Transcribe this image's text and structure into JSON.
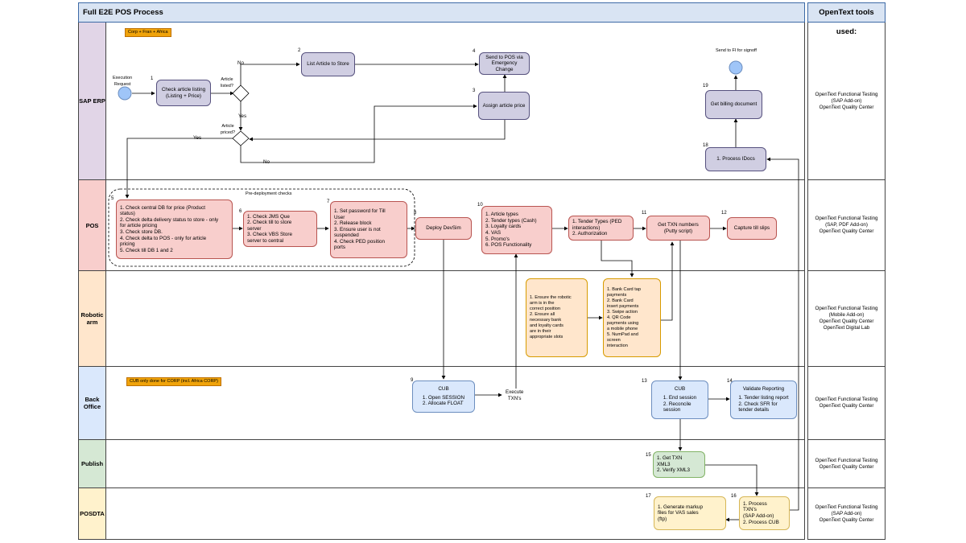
{
  "header": {
    "title": "Full E2E POS Process",
    "tools_title": "OpenText tools used:"
  },
  "tags": {
    "corp": "Corp + Fran + Africa",
    "cub": "CUB only done for CORP (incl. Africa CORP)"
  },
  "lanes": [
    {
      "label": "SAP ERP",
      "tools": "OpenText Functional Testing\n(SAP Add-on)\nOpenText Quality Center"
    },
    {
      "label": "POS",
      "tools": "OpenText Functional Testing\n(SAP, PDF Add-on)\nOpenText Quality Center"
    },
    {
      "label": "Robotic\narm",
      "tools": "OpenText Functional Testing\n(Mobile Add-on)\nOpenText Quality Center\nOpenText Digital Lab"
    },
    {
      "label": "Back\nOffice",
      "tools": "OpenText Functional Testing\nOpenText Quality Center"
    },
    {
      "label": "Publish",
      "tools": "OpenText Functional Testing\nOpenText Quality Center"
    },
    {
      "label": "POSDTA",
      "tools": "OpenText Functional Testing\n(SAP Add-on)\nOpenText Quality Center"
    }
  ],
  "labels": {
    "execution_request": "Execution\nRequest",
    "article_listed": "Article\nlisted?",
    "article_priced": "Article\npriced?",
    "no1": "No",
    "yes1": "Yes",
    "yes2": "Yes",
    "no2": "No",
    "send_to_fi": "Send to FI for signoff",
    "predeploy": "Pre-deployment checks",
    "execute_txns": "Execute\nTXN's"
  },
  "steps": {
    "s1": "Check article listing\n(Listing + Price)",
    "s2": "List Article to Store",
    "s3": "Assign article price",
    "s4": "Send to POS via\nEmergency Change",
    "s5": "1.  Check central DB for price (Product\n     status)\n2.  Check delta delivery status to store - only\n     for article pricing\n3.  Check store DB.\n4.  Check delta to POS - only for article\n     pricing\n5.  Check till DB 1 and 2",
    "s6": "1.  Check JMS Que\n2.  Check till to store\n     server\n3.  Check VBS Store\n     server to central",
    "s7": "1.  Set password for Till\n     User\n2.  Release block\n3.  Ensure user is not\n     suspended\n4.  Check PED position\n     ports",
    "s8": "Deploy DevSim",
    "s9_title": "CUB",
    "s9_items": "1.  Open SESSION\n2.  Allocate FLOAT",
    "s10": "1.  Article types\n2.  Tender types (Cash)\n3.  Loyalty cards\n4.  VAS\n5.  Promo's\n6.  POS Functionality",
    "s10b": "1.  Tender Types (PED\n     interactions)\n2.  Authorization",
    "s11": "Get TXN numbers\n(Putty script)",
    "s12": "Capture till slips",
    "robot1": "1.  Ensure the robotic\n     arm is in the\n     correct position\n2.  Ensure all\n     necessary bank\n     and loyalty cards\n     are in their\n     appropriate slots",
    "robot2": "1.  Bank Card tap\n     payments\n2.  Bank Card\n     insert payments\n3.  Swipe action\n4.  QR Code\n     payments using\n     a mobile phone\n5.  NumPad and\n     screen\n     interaction",
    "s13_title": "CUB",
    "s13_items": "1.     End session\n2.     Reconcile\n        session",
    "s14_title": "Validate Reporting",
    "s14_items": "1.     Tender listing report\n2.     Check SFR for\n        tender details",
    "s15": "1.  Get TXN\n     XML3\n2.  Verify XML3",
    "s16": "1.  Process\n     TXN's\n     (SAP Add-on)\n2.  Process CUB",
    "s17": "1.  Generate markup\n     files for VAS sales\n     (ftp)",
    "s18": "1. Process IDocs",
    "s19": "Get billing document"
  },
  "numbers": {
    "n1": "1",
    "n2": "2",
    "n3": "3",
    "n4": "4",
    "n5": "5",
    "n6": "6",
    "n7": "7",
    "n8": "8",
    "n9": "9",
    "n10": "10",
    "n11": "11",
    "n12": "12",
    "n13": "13",
    "n14": "14",
    "n15": "15",
    "n16": "16",
    "n17": "17",
    "n18": "18",
    "n19": "19"
  }
}
